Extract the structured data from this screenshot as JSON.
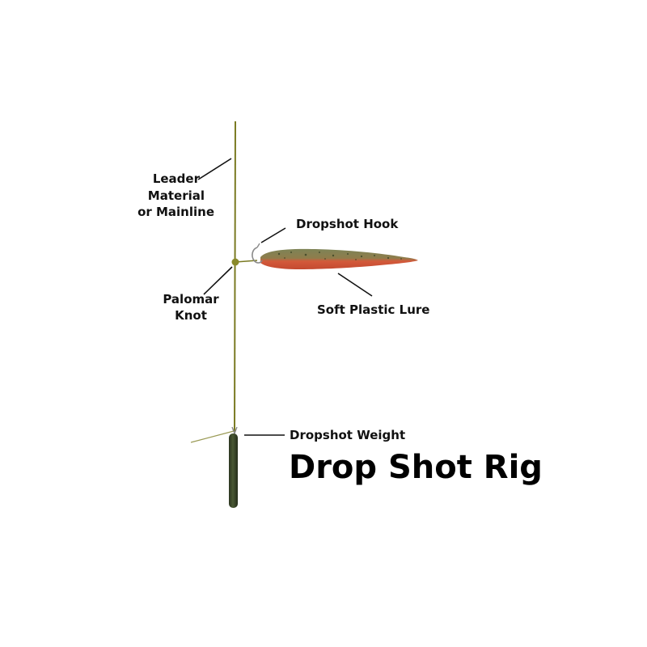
{
  "labels": {
    "leader_line1": "Leader",
    "leader_line2": "Material",
    "leader_line3": "or Mainline",
    "hook": "Dropshot Hook",
    "knot_line1": "Palomar",
    "knot_line2": "Knot",
    "lure": "Soft Plastic Lure",
    "weight": "Dropshot Weight"
  },
  "title": "Drop Shot Rig",
  "colors": {
    "line": "#7a7a22",
    "lure_top": "#6f7a4a",
    "lure_belly": "#d9583a",
    "weight": "#3b4728",
    "text": "#111111"
  }
}
